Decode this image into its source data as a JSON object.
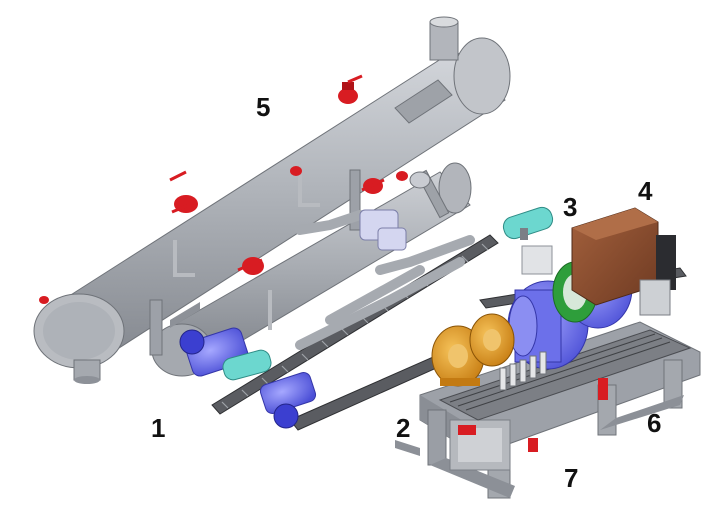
{
  "labels": [
    "1",
    "2",
    "3",
    "4",
    "5",
    "6",
    "7"
  ],
  "colors": {
    "steel": "#a8acb3",
    "steel_light": "#c6c9ce",
    "steel_dark": "#80848b",
    "valve_red": "#d81c22",
    "pump_blue": "#5a5ee6",
    "actuator_teal": "#6cd7cf",
    "gear_orange": "#e39a1e",
    "motor_brown": "#8a4b2d",
    "rack_dark": "#4b4d52"
  },
  "icons": [
    "shell-tube-heat-exchanger",
    "valve",
    "pump",
    "gearbox",
    "motor",
    "actuator"
  ]
}
